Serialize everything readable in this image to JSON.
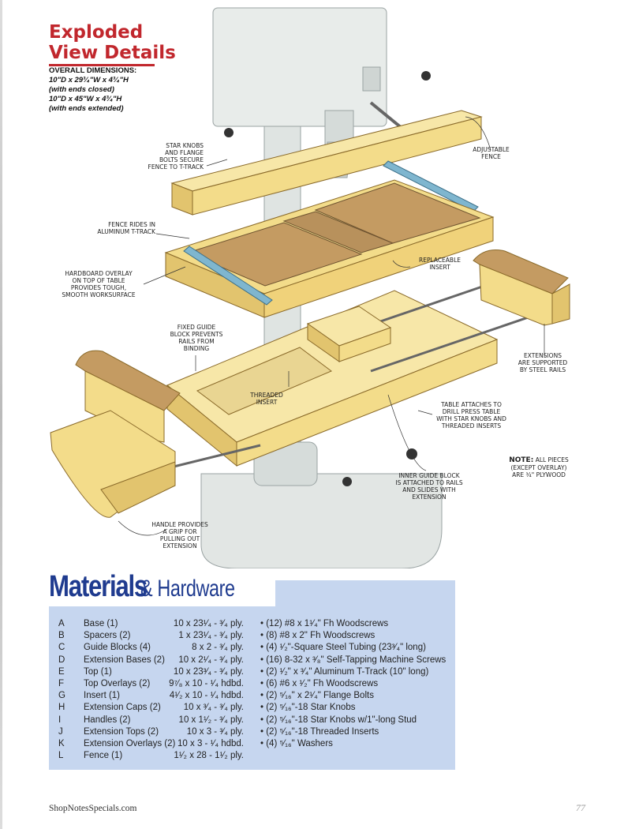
{
  "title": {
    "line1": "Exploded",
    "line2": "View Details"
  },
  "dimensions": {
    "heading": "Overall Dimensions:",
    "line1": "10\"D x 29³⁄₄\"W x 4³⁄₄\"H",
    "line2": "(with ends closed)",
    "line3": "10\"D x 45\"W x 4³⁄₄\"H",
    "line4": "(with ends extended)"
  },
  "callouts": {
    "star_knobs": [
      "Star knobs",
      "and flange",
      "bolts secure",
      "fence to T-track"
    ],
    "adjustable_fence": [
      "Adjustable",
      "fence"
    ],
    "fence_rides": [
      "Fence rides in",
      "aluminum T-track"
    ],
    "hardboard": [
      "Hardboard overlay",
      "on top of table",
      "provides tough,",
      "smooth worksurface"
    ],
    "replaceable": [
      "Replaceable",
      "insert"
    ],
    "fixed_guide": [
      "Fixed guide",
      "block prevents",
      "rails from",
      "binding"
    ],
    "extensions": [
      "Extensions",
      "are supported",
      "by steel rails"
    ],
    "threaded": [
      "Threaded",
      "insert"
    ],
    "table_attaches": [
      "Table attaches to",
      "drill press table",
      "with star knobs and",
      "threaded inserts"
    ],
    "inner_guide": [
      "Inner guide block",
      "is attached to rails",
      "and slides with",
      "extension"
    ],
    "handle": [
      "Handle provides",
      "a grip for",
      "pulling out",
      "extension"
    ]
  },
  "note": {
    "label": "NOTE:",
    "line1": "All pieces",
    "line2": "(except overlay)",
    "line3": "are ³⁄₄\" plywood"
  },
  "materials": {
    "heading_bold": "Materials",
    "heading_rest": "& Hardware",
    "parts": [
      {
        "letter": "A",
        "name": "Base (1)",
        "size": "10 x 23¹⁄₄ - ³⁄₄ ply."
      },
      {
        "letter": "B",
        "name": "Spacers (2)",
        "size": "1 x 23¹⁄₄ - ³⁄₄ ply."
      },
      {
        "letter": "C",
        "name": "Guide Blocks (4)",
        "size": "8 x 2 - ³⁄₄ ply."
      },
      {
        "letter": "D",
        "name": "Extension Bases (2)",
        "size": "10 x 2¹⁄₄ - ³⁄₄ ply."
      },
      {
        "letter": "E",
        "name": "Top (1)",
        "size": "10 x 23³⁄₄ - ³⁄₄ ply."
      },
      {
        "letter": "F",
        "name": "Top Overlays (2)",
        "size": "9⁷⁄₈ x 10 - ¹⁄₄ hdbd."
      },
      {
        "letter": "G",
        "name": "Insert (1)",
        "size": "4¹⁄₂ x 10 - ¹⁄₄ hdbd."
      },
      {
        "letter": "H",
        "name": "Extension Caps (2)",
        "size": "10 x ³⁄₄ - ³⁄₄ ply."
      },
      {
        "letter": "I",
        "name": "Handles (2)",
        "size": "10 x 1¹⁄₂ - ³⁄₄ ply."
      },
      {
        "letter": "J",
        "name": "Extension Tops (2)",
        "size": "10 x 3 - ³⁄₄ ply."
      },
      {
        "letter": "K",
        "name": "Extension Overlays (2)",
        "size": "10 x 3 - ¹⁄₄ hdbd."
      },
      {
        "letter": "L",
        "name": "Fence (1)",
        "size": "1¹⁄₂ x 28 - 1¹⁄₂ ply."
      }
    ],
    "hardware": [
      "• (12) #8 x 1¹⁄₄\" Fh Woodscrews",
      "• (8) #8 x 2\" Fh Woodscrews",
      "• (4) ¹⁄₂\"-Square Steel Tubing (23³⁄₄\" long)",
      "• (16) 8-32 x ³⁄₈\" Self-Tapping Machine Screws",
      "• (2) ¹⁄₂\" x ³⁄₄\" Aluminum T-Track (10\" long)",
      "• (6) #6 x ¹⁄₂\" Fh Woodscrews",
      "• (2) ⁵⁄₁₆\" x 2¹⁄₄\" Flange Bolts",
      "• (2) ⁵⁄₁₆\"-18 Star Knobs",
      "• (2) ⁵⁄₁₆\"-18 Star Knobs w/1\"-long Stud",
      "• (2) ⁵⁄₁₆\"-18 Threaded Inserts",
      "• (4) ⁵⁄₁₆\" Washers"
    ]
  },
  "footer": {
    "site": "ShopNotesSpecials.com",
    "page": "77"
  },
  "colors": {
    "title_red": "#c1272d",
    "materials_blue": "#1f3b8f",
    "box_blue": "#c6d6ef",
    "wood": "#f3dc8a",
    "hardboard": "#b8915c"
  }
}
